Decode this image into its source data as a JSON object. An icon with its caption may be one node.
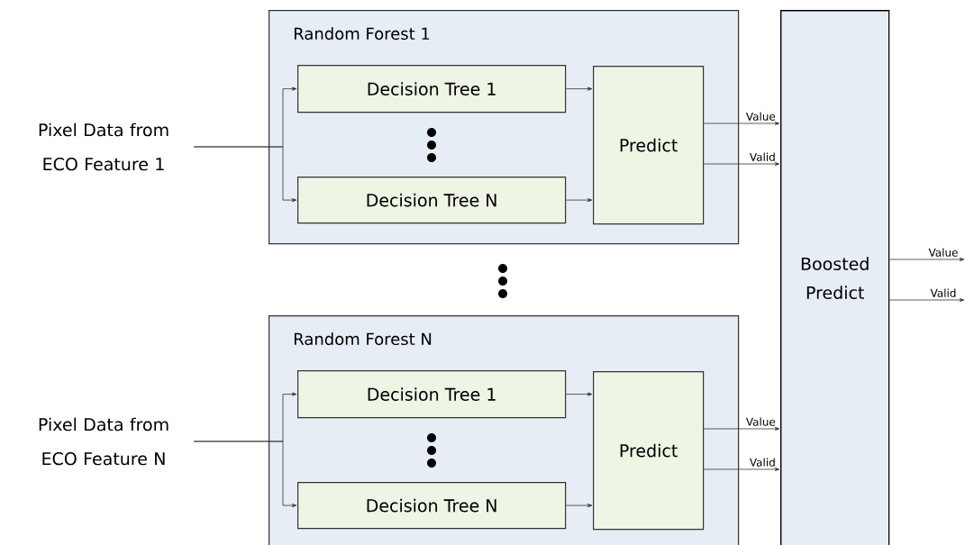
{
  "diagram": {
    "nodes": [
      {
        "text": [
          "Pixel Data from ECO Feature 1"
        ]
      },
      {
        "text": [
          "Random Forest 1"
        ]
      },
      {
        "text": [
          "Decision Tree 1"
        ],
        "in": 1
      },
      {
        "text": [
          "Decision Tree N"
        ],
        "in": 1
      },
      {
        "text": [
          "Predict"
        ],
        "in": 1
      },
      {
        "text": [
          "Pixel Data from ECO Feature N"
        ]
      },
      {
        "text": [
          "Random Forest N"
        ]
      },
      {
        "text": [
          "Decision Tree 1"
        ],
        "in": 6
      },
      {
        "text": [
          "Decision Tree N"
        ],
        "in": 6
      },
      {
        "text": [
          "Predict"
        ],
        "in": 6
      },
      {
        "text": [
          "Boosted Predict"
        ]
      }
    ],
    "edges": [
      {
        "from": 0,
        "to": 2,
        "arrow": "to"
      },
      {
        "from": 0,
        "to": 3,
        "arrow": "to"
      },
      {
        "from": 2,
        "to": 4,
        "arrow": "to"
      },
      {
        "from": 3,
        "to": 4,
        "arrow": "to"
      },
      {
        "from": 4,
        "to": 10,
        "arrow": "to",
        "label": "Value"
      },
      {
        "from": 4,
        "to": 10,
        "arrow": "to",
        "label": "Valid"
      },
      {
        "from": 5,
        "to": 7,
        "arrow": "to"
      },
      {
        "from": 5,
        "to": 8,
        "arrow": "to"
      },
      {
        "from": 7,
        "to": 9,
        "arrow": "to"
      },
      {
        "from": 8,
        "to": 9,
        "arrow": "to"
      },
      {
        "from": 9,
        "to": 10,
        "arrow": "to",
        "label": "Value"
      },
      {
        "from": 9,
        "to": 10,
        "arrow": "to",
        "label": "Valid"
      },
      {
        "from": 10,
        "to": null,
        "arrow": "to",
        "label": "Value"
      },
      {
        "from": 10,
        "to": null,
        "arrow": "to",
        "label": "Valid"
      }
    ]
  }
}
